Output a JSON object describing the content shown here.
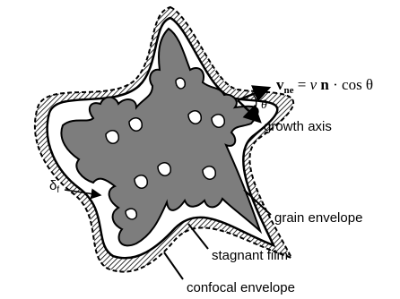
{
  "labels": {
    "velocity_bold": "v",
    "velocity_sub": "ne",
    "velocity_rhs_1": " = ",
    "velocity_rhs_v": "v",
    "velocity_rhs_n": " n",
    "velocity_rhs_rest": " · cos θ",
    "theta": "θ",
    "growth_axis": "growth axis",
    "delta": "δ",
    "delta_sub": "f",
    "grain_envelope": "grain envelope",
    "stagnant_film": "stagnant film",
    "confocal_envelope": "confocal envelope"
  },
  "colors": {
    "grain_fill": "#7d7d7d",
    "hatch": "#000000",
    "outline": "#000000",
    "background": "#ffffff"
  }
}
